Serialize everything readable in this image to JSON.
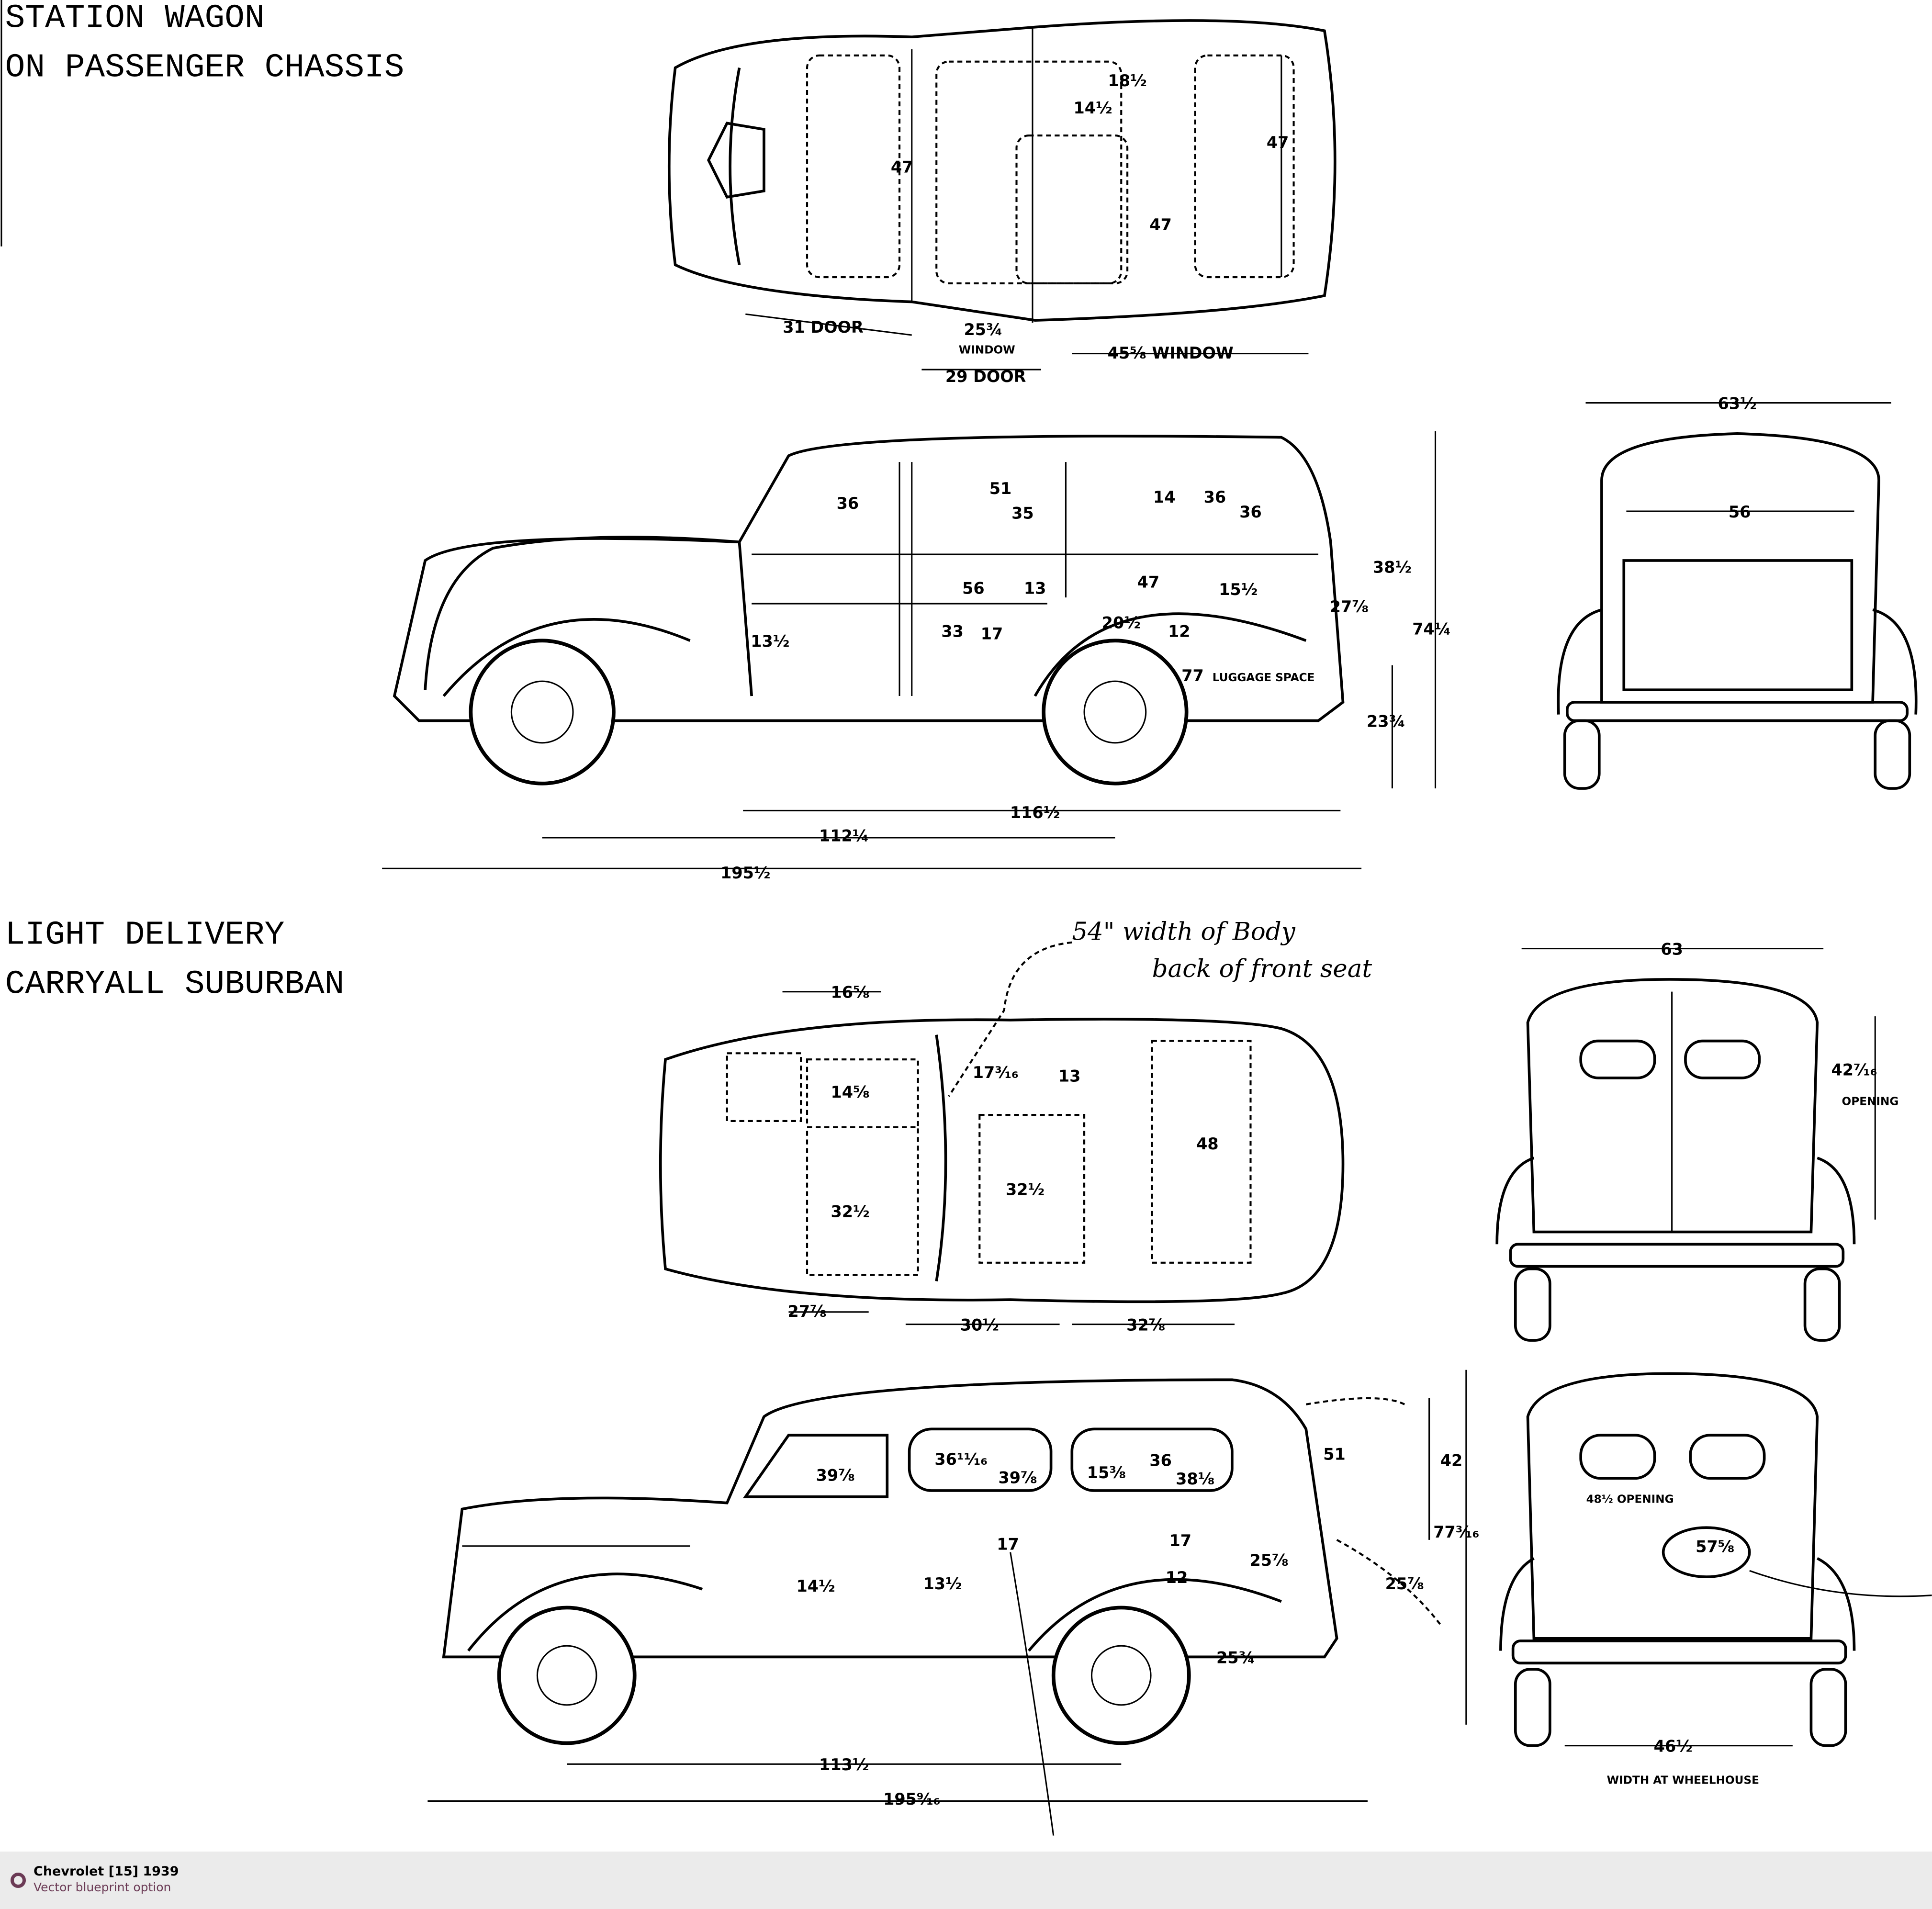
{
  "titles": {
    "station_wagon_1": "STATION WAGON",
    "station_wagon_2": "ON PASSENGER CHASSIS",
    "delivery_1": "LIGHT DELIVERY",
    "delivery_2": "CARRYALL SUBURBAN"
  },
  "wagon_top": [
    "47",
    "18½",
    "14½",
    "47",
    "47",
    "31  DOOR",
    "25¾",
    "WINDOW",
    "45⅝  WINDOW",
    "29  DOOR"
  ],
  "wagon_side": [
    "36",
    "51",
    "35",
    "14",
    "36",
    "36",
    "38½",
    "27⅞",
    "74¼",
    "23¾",
    "116½",
    "112¼",
    "195½",
    "56",
    "13",
    "47",
    "15½",
    "33",
    "17",
    "20½",
    "12",
    "13½",
    "77",
    "LUGGAGE SPACE"
  ],
  "wagon_rear": [
    "63½",
    "56"
  ],
  "handwritten_note_1": "54\" width of Body",
  "handwritten_note_2": "back of front seat",
  "delivery_top": [
    "16⅝",
    "17³⁄₁₆",
    "13",
    "14⅝",
    "48",
    "32½",
    "32½",
    "27⅞",
    "30½",
    "32⅞"
  ],
  "delivery_front": [
    "63",
    "42⁷⁄₁₆",
    "OPENING"
  ],
  "delivery_side": [
    "39⅞",
    "36¹¹⁄₁₆",
    "39⅞",
    "15⅜",
    "36",
    "38⅛",
    "51",
    "42",
    "77³⁄₁₆",
    "25⅞",
    "25⅞",
    "25¾",
    "113½",
    "195⁹⁄₁₆",
    "14½",
    "13½",
    "17",
    "17",
    "12"
  ],
  "delivery_rear": [
    "48½  OPENING",
    "57⅝",
    "46½",
    "WIDTH AT WHEELHOUSE"
  ],
  "footer": {
    "title": "Chevrolet [15] 1939",
    "subtitle": "Vector blueprint option"
  },
  "colors": {
    "accent": "#6b3a55",
    "footer_bg": "#ebebeb"
  }
}
